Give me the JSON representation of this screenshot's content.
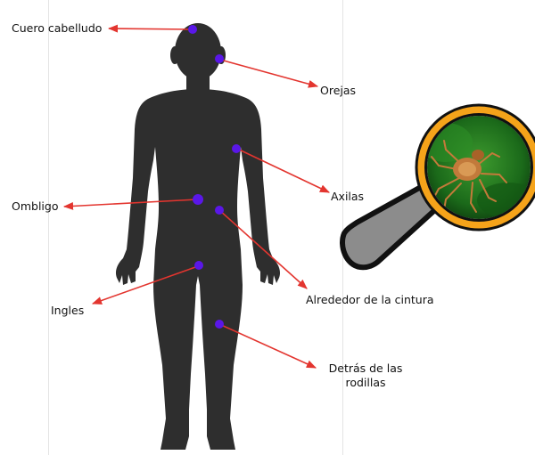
{
  "labels": {
    "scalp": "Cuero cabelludo",
    "ears": "Orejas",
    "armpits": "Axilas",
    "navel": "Ombligo",
    "waist": "Alrededor de la cintura",
    "groin": "Ingles",
    "knees_line1": "Detrás de las",
    "knees_line2": "rodillas"
  },
  "colors": {
    "silhouette": "#2e2e2e",
    "marker": "#5a17e8",
    "arrow": "#e3352f",
    "magnifier_ring": "#f5a31a",
    "magnifier_handle": "#8c8c8c",
    "lens_background": "#1f7a1f"
  },
  "icons": {
    "body": "human-silhouette",
    "magnifier": "magnifying-glass-icon",
    "tick": "tick-image"
  }
}
